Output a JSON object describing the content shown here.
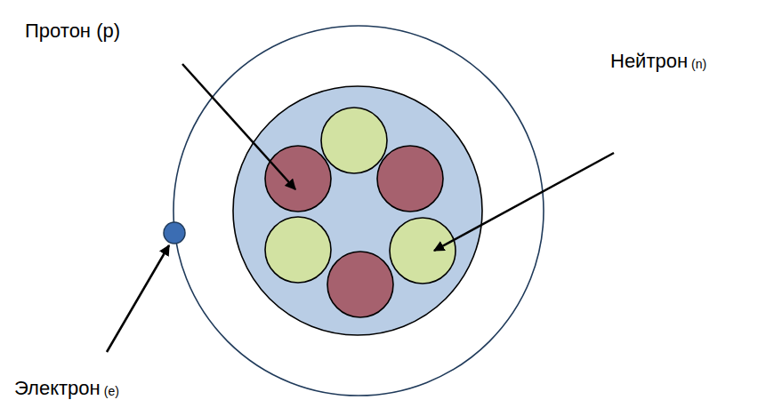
{
  "diagram": {
    "labels": [
      "Протон (p)",
      "Нейтрон",
      "(n)",
      "Электрон",
      "(e)"
    ]
  }
}
